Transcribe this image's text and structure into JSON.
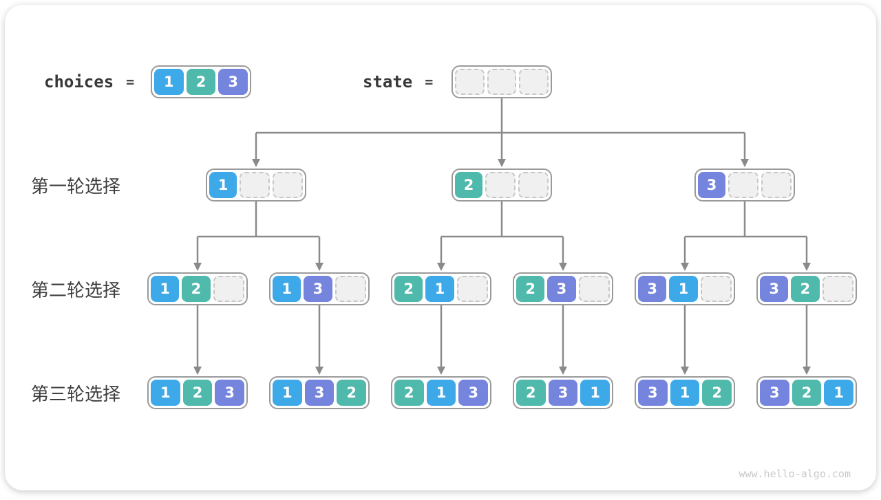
{
  "watermark": "www.hello-algo.com",
  "colors": {
    "cell1": "#3EA9E9",
    "cell2": "#4FB9AC",
    "cell3": "#7584DC",
    "arrow": "#8A8A8A",
    "box_border": "#9A9A9A",
    "empty_cell_bg": "#F0F0F1",
    "empty_cell_border": "#C7C7C9"
  },
  "header": {
    "choices_label": "choices",
    "equals": "=",
    "choices_cells": [
      "1",
      "2",
      "3"
    ],
    "state_label": "state",
    "state_cells": [
      "",
      "",
      ""
    ]
  },
  "rows": [
    {
      "label": "第一轮选择",
      "nodes": [
        [
          "1",
          "",
          ""
        ],
        [
          "2",
          "",
          ""
        ],
        [
          "3",
          "",
          ""
        ]
      ]
    },
    {
      "label": "第二轮选择",
      "nodes": [
        [
          "1",
          "2",
          ""
        ],
        [
          "1",
          "3",
          ""
        ],
        [
          "2",
          "1",
          ""
        ],
        [
          "2",
          "3",
          ""
        ],
        [
          "3",
          "1",
          ""
        ],
        [
          "3",
          "2",
          ""
        ]
      ]
    },
    {
      "label": "第三轮选择",
      "nodes": [
        [
          "1",
          "2",
          "3"
        ],
        [
          "1",
          "3",
          "2"
        ],
        [
          "2",
          "1",
          "3"
        ],
        [
          "2",
          "3",
          "1"
        ],
        [
          "3",
          "1",
          "2"
        ],
        [
          "3",
          "2",
          "1"
        ]
      ]
    }
  ],
  "tree": {
    "root_children": [
      0,
      1,
      2
    ],
    "level1_children": [
      [
        0,
        1
      ],
      [
        2,
        3
      ],
      [
        4,
        5
      ]
    ],
    "level2_children": [
      0,
      1,
      2,
      3,
      4,
      5
    ]
  }
}
